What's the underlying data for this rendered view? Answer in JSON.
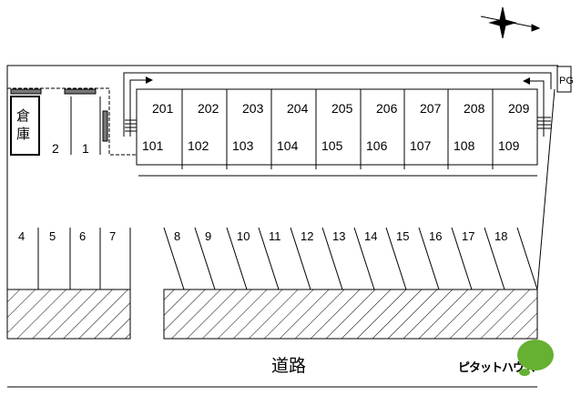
{
  "title": "Site plan",
  "compass": "north-arrow-icon",
  "storage_label": "倉庫",
  "gas_label": "PG",
  "road_label": "道路",
  "logo_text": "ピタットハウス",
  "colors": {
    "logo_green": "#66b032"
  },
  "units_upper": [
    "201",
    "202",
    "203",
    "204",
    "205",
    "206",
    "207",
    "208",
    "209"
  ],
  "units_lower": [
    "101",
    "102",
    "103",
    "104",
    "105",
    "106",
    "107",
    "108",
    "109"
  ],
  "parking_top": [
    "2",
    "1"
  ],
  "parking_left": [
    "4",
    "5",
    "6",
    "7"
  ],
  "parking_slanted": [
    "8",
    "9",
    "10",
    "11",
    "12",
    "13",
    "14",
    "15",
    "16",
    "17",
    "18"
  ]
}
